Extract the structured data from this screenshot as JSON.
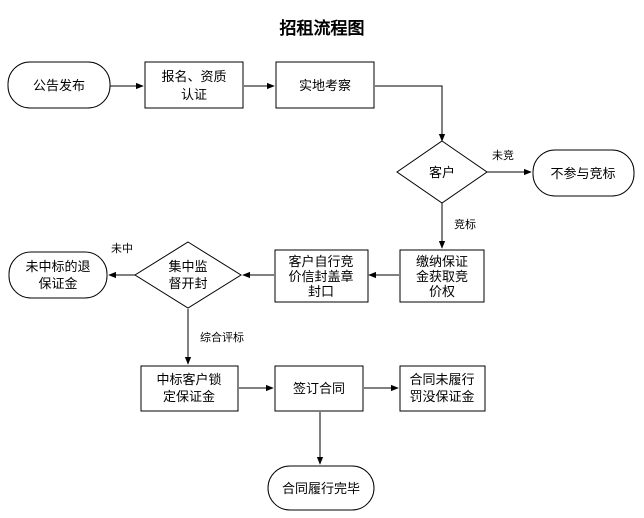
{
  "title": "招租流程图",
  "nodes": {
    "announce": "公告发布",
    "register": [
      "报名、资质",
      "认证"
    ],
    "inspect": "实地考察",
    "customer": "客户",
    "no_bid": "不参与竞标",
    "deposit": [
      "缴纳保证",
      "金获取竞",
      "价权"
    ],
    "self_bid": [
      "客户自行竞",
      "价信封盖章",
      "封口"
    ],
    "supervise": [
      "集中监",
      "督开封"
    ],
    "refund": [
      "未中标的退",
      "保证金"
    ],
    "lock": [
      "中标客户锁",
      "定保证金"
    ],
    "sign": "签订合同",
    "default_penalty": [
      "合同未履行",
      "罚没保证金"
    ],
    "complete": "合同履行完毕"
  },
  "edges": {
    "not_bid": "未竞",
    "bid": "竞标",
    "not_won": "未中",
    "evaluate": "综合评标"
  }
}
